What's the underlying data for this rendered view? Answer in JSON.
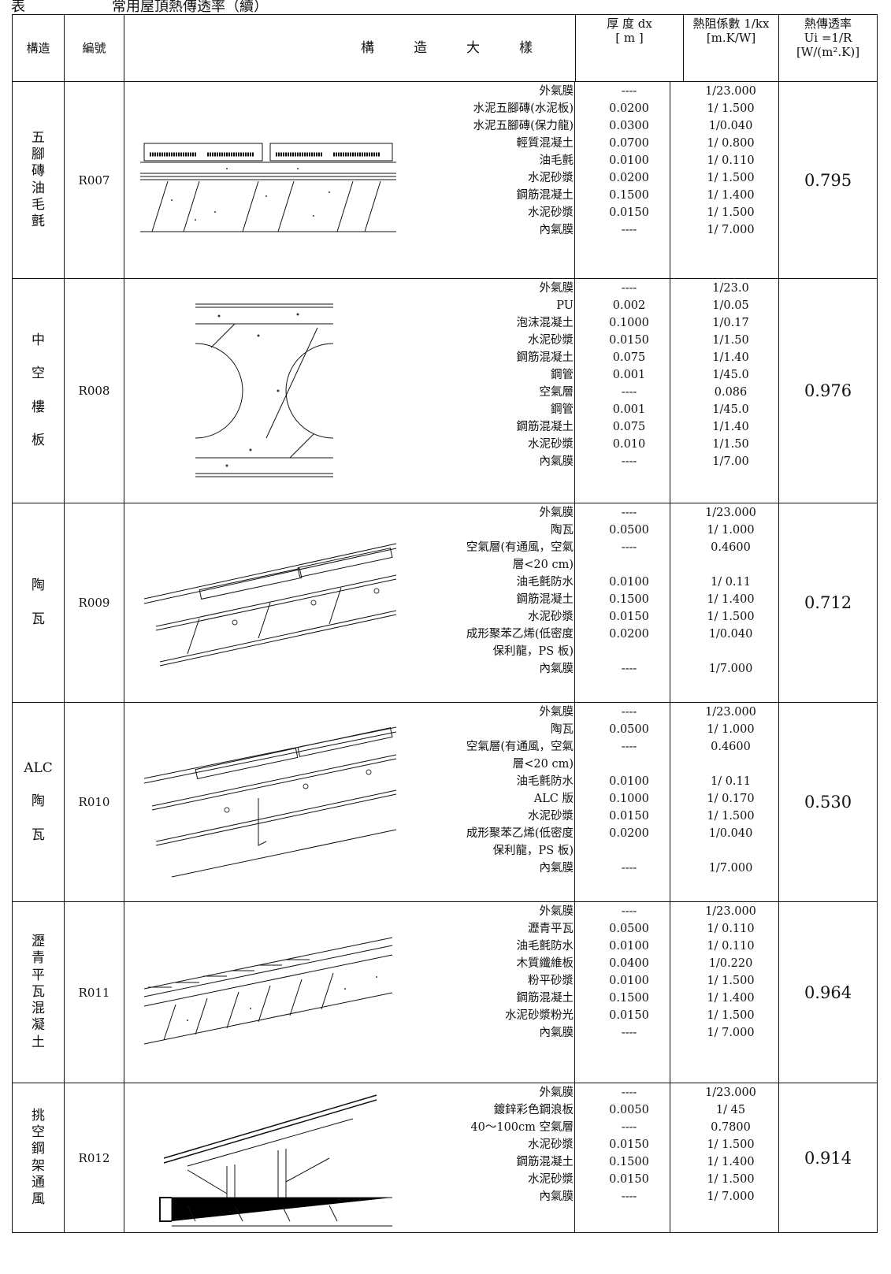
{
  "caption": {
    "prefix": "表",
    "text": "常用屋頂熱傳透率",
    "suffix": "（續）"
  },
  "header": {
    "construction": "構造",
    "code": "編號",
    "detail": [
      "構",
      "造",
      "大",
      "樣"
    ],
    "thickness": [
      "厚 度 dx",
      "[ m ]"
    ],
    "resistance": [
      "熱阻係數 1/kx",
      "[m.K/W]"
    ],
    "transmittance": [
      "熱傳透率",
      "Ui =1/R",
      "[W/(m².K)]"
    ]
  },
  "rows": [
    {
      "name": "五\n腳\n磚\n油\n毛\n氈",
      "code": "R007",
      "u": "0.795",
      "layers": [
        {
          "m": "外氣膜",
          "t": "----",
          "r": "1/23.000"
        },
        {
          "m": "水泥五腳磚(水泥板)",
          "t": "0.0200",
          "r": "1/ 1.500"
        },
        {
          "m": "水泥五腳磚(保力龍)",
          "t": "0.0300",
          "r": "1/0.040"
        },
        {
          "m": "輕質混凝土",
          "t": "0.0700",
          "r": "1/ 0.800"
        },
        {
          "m": "油毛氈",
          "t": "0.0100",
          "r": "1/ 0.110"
        },
        {
          "m": "水泥砂漿",
          "t": "0.0200",
          "r": "1/ 1.500"
        },
        {
          "m": "鋼筋混凝土",
          "t": "0.1500",
          "r": "1/ 1.400"
        },
        {
          "m": "水泥砂漿",
          "t": "0.0150",
          "r": "1/ 1.500"
        },
        {
          "m": "內氣膜",
          "t": "----",
          "r": "1/ 7.000"
        }
      ]
    },
    {
      "name": "中\n\n空\n\n樓\n\n板",
      "code": "R008",
      "u": "0.976",
      "layers": [
        {
          "m": "外氣膜",
          "t": "----",
          "r": "1/23.0"
        },
        {
          "m": "PU",
          "t": "0.002",
          "r": "1/0.05"
        },
        {
          "m": "泡沫混凝土",
          "t": "0.1000",
          "r": "1/0.17"
        },
        {
          "m": "水泥砂漿",
          "t": "0.0150",
          "r": "1/1.50"
        },
        {
          "m": "鋼筋混凝土",
          "t": "0.075",
          "r": "1/1.40"
        },
        {
          "m": "鋼管",
          "t": "0.001",
          "r": "1/45.0"
        },
        {
          "m": "空氣層",
          "t": "----",
          "r": "0.086"
        },
        {
          "m": "鋼管",
          "t": "0.001",
          "r": "1/45.0"
        },
        {
          "m": "鋼筋混凝土",
          "t": "0.075",
          "r": "1/1.40"
        },
        {
          "m": "水泥砂漿",
          "t": "0.010",
          "r": "1/1.50"
        },
        {
          "m": "內氣膜",
          "t": "----",
          "r": "1/7.00"
        }
      ]
    },
    {
      "name": "陶\n\n瓦",
      "code": "R009",
      "u": "0.712",
      "layers": [
        {
          "m": "外氣膜",
          "t": "----",
          "r": "1/23.000"
        },
        {
          "m": "陶瓦",
          "t": "0.0500",
          "r": "1/ 1.000"
        },
        {
          "m": "空氣層(有通風，空氣",
          "t": "----",
          "r": "0.4600"
        },
        {
          "m": "層<20 cm)",
          "t": "",
          "r": ""
        },
        {
          "m": "油毛氈防水",
          "t": "0.0100",
          "r": "1/ 0.11"
        },
        {
          "m": "鋼筋混凝土",
          "t": "0.1500",
          "r": "1/ 1.400"
        },
        {
          "m": "水泥砂漿",
          "t": "0.0150",
          "r": "1/ 1.500"
        },
        {
          "m": "成形聚苯乙烯(低密度",
          "t": "0.0200",
          "r": "1/0.040"
        },
        {
          "m": "保利龍，PS 板)",
          "t": "",
          "r": ""
        },
        {
          "m": "內氣膜",
          "t": "----",
          "r": "1/7.000"
        }
      ]
    },
    {
      "name": "ALC\n\n陶\n\n瓦",
      "code": "R010",
      "u": "0.530",
      "layers": [
        {
          "m": "外氣膜",
          "t": "----",
          "r": "1/23.000"
        },
        {
          "m": "陶瓦",
          "t": "0.0500",
          "r": "1/ 1.000"
        },
        {
          "m": "空氣層(有通風，空氣",
          "t": "----",
          "r": "0.4600"
        },
        {
          "m": "層<20 cm)",
          "t": "",
          "r": ""
        },
        {
          "m": "油毛氈防水",
          "t": "0.0100",
          "r": "1/ 0.11"
        },
        {
          "m": "ALC 版",
          "t": "0.1000",
          "r": "1/ 0.170"
        },
        {
          "m": "水泥砂漿",
          "t": "0.0150",
          "r": "1/ 1.500"
        },
        {
          "m": "成形聚苯乙烯(低密度",
          "t": "0.0200",
          "r": "1/0.040"
        },
        {
          "m": "保利龍，PS 板)",
          "t": "",
          "r": ""
        },
        {
          "m": "內氣膜",
          "t": "----",
          "r": "1/7.000"
        }
      ]
    },
    {
      "name": "瀝\n青\n平\n瓦\n混\n凝\n土",
      "code": "R011",
      "u": "0.964",
      "layers": [
        {
          "m": "外氣膜",
          "t": "----",
          "r": "1/23.000"
        },
        {
          "m": "瀝青平瓦",
          "t": "0.0500",
          "r": "1/ 0.110"
        },
        {
          "m": "油毛氈防水",
          "t": "0.0100",
          "r": "1/ 0.110"
        },
        {
          "m": "木質纖維板",
          "t": "0.0400",
          "r": "1/0.220"
        },
        {
          "m": "粉平砂漿",
          "t": "0.0100",
          "r": "1/ 1.500"
        },
        {
          "m": "鋼筋混凝土",
          "t": "0.1500",
          "r": "1/ 1.400"
        },
        {
          "m": "水泥砂漿粉光",
          "t": "0.0150",
          "r": "1/ 1.500"
        },
        {
          "m": "內氣膜",
          "t": "----",
          "r": "1/ 7.000"
        }
      ]
    },
    {
      "name": "挑\n空\n鋼\n架\n通\n風",
      "code": "R012",
      "u": "0.914",
      "layers": [
        {
          "m": "外氣膜",
          "t": "----",
          "r": "1/23.000"
        },
        {
          "m": "鍍鋅彩色鋼浪板",
          "t": "0.0050",
          "r": "1/ 45"
        },
        {
          "m": "40～100cm 空氣層",
          "t": "----",
          "r": "0.7800"
        },
        {
          "m": "水泥砂漿",
          "t": "0.0150",
          "r": "1/ 1.500"
        },
        {
          "m": "鋼筋混凝土",
          "t": "0.1500",
          "r": "1/ 1.400"
        },
        {
          "m": "水泥砂漿",
          "t": "0.0150",
          "r": "1/ 1.500"
        },
        {
          "m": "內氣膜",
          "t": "----",
          "r": "1/ 7.000"
        }
      ]
    }
  ]
}
